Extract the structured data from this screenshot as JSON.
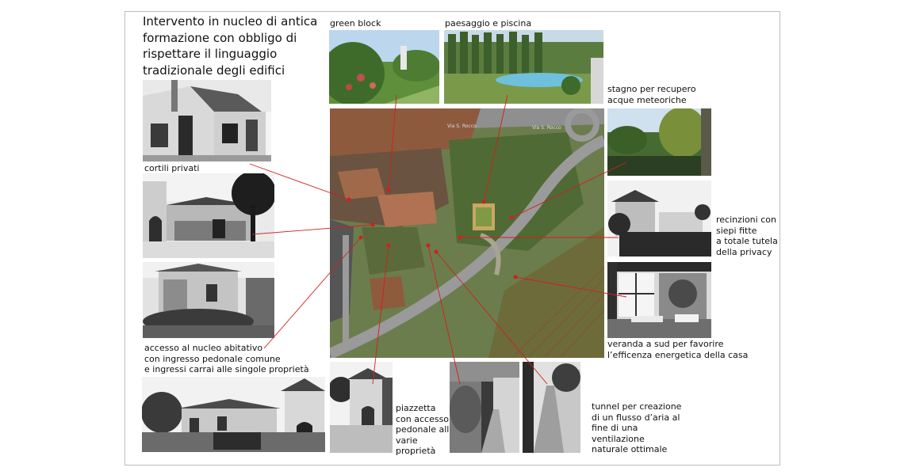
{
  "title_lines": [
    "Intervento in nucleo di antica",
    "formazione con obbligo di",
    "rispettare il linguaggio",
    "tradizionale degli edifici"
  ],
  "labels": {
    "green_block": "green block",
    "paesaggio": "paesaggio e piscina",
    "stagno": [
      "stagno per recupero",
      "acque meteoriche"
    ],
    "cortili": "cortili privati",
    "recinzioni": [
      "recinzioni con",
      "siepi fitte",
      "a totale tutela",
      "della privacy"
    ],
    "accesso": [
      "accesso al nucleo abitativo",
      "con ingresso pedonale comune",
      "e ingressi carrai alle singole proprietà"
    ],
    "veranda": [
      "veranda a sud per favorire",
      "l’efficenza energetica della casa"
    ],
    "piazzetta": [
      "piazzetta",
      "con accesso",
      "pedonale alle",
      "varie",
      "proprietà"
    ],
    "tunnel": [
      "tunnel per creazione",
      "di un flusso d’aria al",
      "fine di una",
      "ventilazione",
      "naturale ottimale"
    ]
  },
  "map_streets": [
    "Via S. Rocco",
    "Via S. Rocco"
  ],
  "colors": {
    "leader": "#d21f1f",
    "frame": "#bdbdbd"
  }
}
